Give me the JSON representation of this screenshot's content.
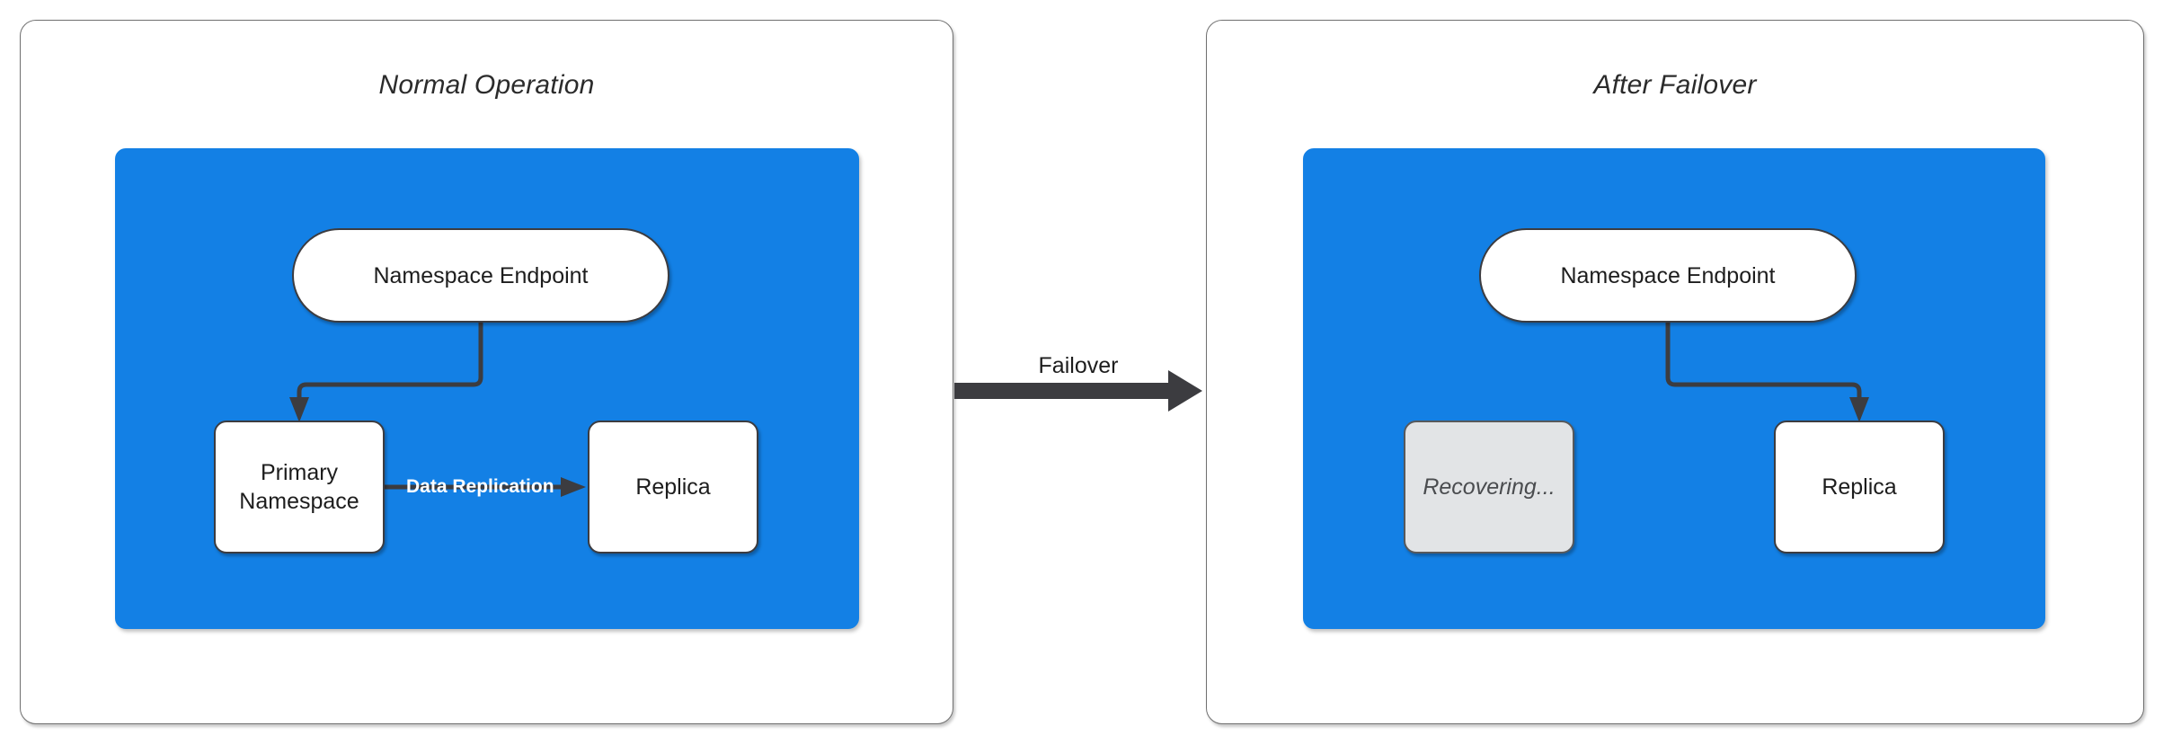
{
  "diagram": {
    "type": "flow",
    "title": "",
    "background": "#ffffff",
    "accent_color": "#1380E5",
    "stroke_color": "#3c3c40",
    "muted_fill": "#e2e4e6"
  },
  "panels": [
    {
      "id": "normal-operation",
      "title": "Normal Operation",
      "region_color": "#1380E5",
      "nodes": [
        {
          "id": "endpoint",
          "label": "Namespace Endpoint",
          "shape": "stadium",
          "state": "active"
        },
        {
          "id": "primary",
          "label": "Primary\nNamespace",
          "shape": "rect",
          "state": "active"
        },
        {
          "id": "replica",
          "label": "Replica",
          "shape": "rect",
          "state": "active"
        }
      ],
      "edges": [
        {
          "from": "endpoint",
          "to": "primary",
          "label": "",
          "style": "elbow"
        },
        {
          "from": "primary",
          "to": "replica",
          "label": "Data Replication",
          "style": "straight"
        }
      ]
    },
    {
      "id": "after-failover",
      "title": "After Failover",
      "region_color": "#1380E5",
      "nodes": [
        {
          "id": "endpoint",
          "label": "Namespace Endpoint",
          "shape": "stadium",
          "state": "active"
        },
        {
          "id": "recovering",
          "label": "Recovering...",
          "shape": "rect",
          "state": "muted"
        },
        {
          "id": "replica",
          "label": "Replica",
          "shape": "rect",
          "state": "active"
        }
      ],
      "edges": [
        {
          "from": "endpoint",
          "to": "replica",
          "label": "",
          "style": "elbow"
        }
      ]
    }
  ],
  "transition": {
    "label": "Failover",
    "from_panel": "normal-operation",
    "to_panel": "after-failover",
    "color": "#3c3c40"
  },
  "labels": {
    "panel_left_title": "Normal Operation",
    "panel_right_title": "After Failover",
    "endpoint_left": "Namespace Endpoint",
    "endpoint_right": "Namespace Endpoint",
    "primary_line1": "Primary",
    "primary_line2": "Namespace",
    "replica_left": "Replica",
    "replica_right": "Replica",
    "recovering": "Recovering...",
    "data_replication": "Data Replication",
    "failover": "Failover"
  }
}
